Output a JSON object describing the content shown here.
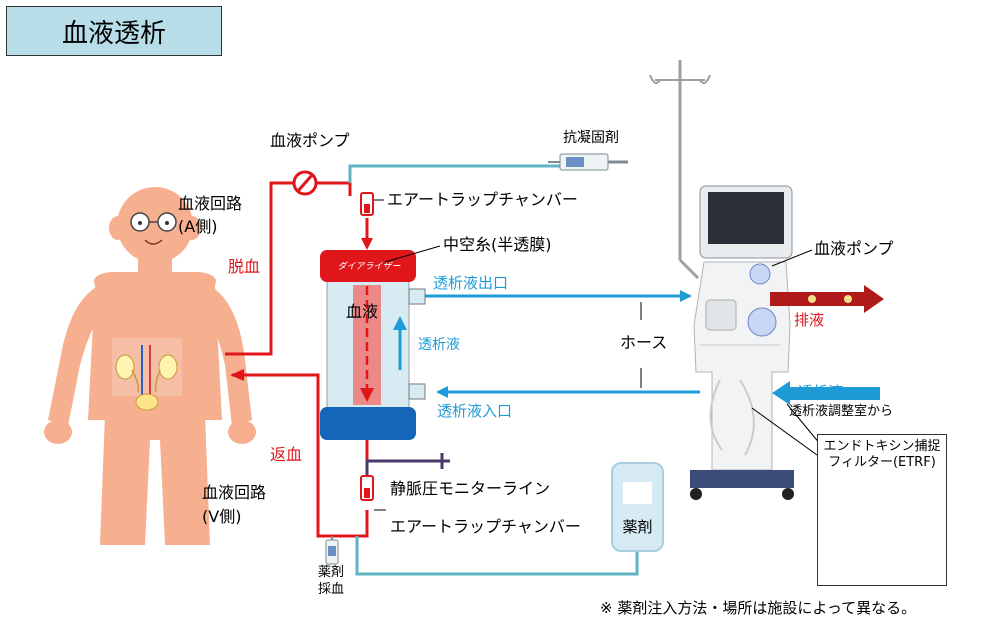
{
  "title": "血液透析",
  "labels": {
    "blood_pump_top": "血液ポンプ",
    "anticoagulant": "抗凝固剤",
    "air_trap_top": "エアートラップチャンバー",
    "hollow_fiber": "中空糸(半透膜)",
    "blood_circuit_a": "血液回路",
    "blood_circuit_a_side": "(A側)",
    "blood_removal": "脱血",
    "dialyzer": "ダイアライザー",
    "blood_in_dialyzer": "血液",
    "dialysate_in_dialyzer": "透析液",
    "dialysate_outlet": "透析液出口",
    "dialysate_inlet": "透析液入口",
    "hose": "ホース",
    "blood_pump_machine": "血液ポンプ",
    "drainage": "排液",
    "dialysate": "透析液",
    "dialysate_room": "透析液調整室から",
    "blood_return": "返血",
    "blood_circuit_v": "血液回路",
    "blood_circuit_v_side": "(V側)",
    "venous_monitor": "静脈圧モニターライン",
    "air_trap_bottom": "エアートラップチャンバー",
    "drug": "薬剤",
    "drug_sampling_1": "薬剤",
    "drug_sampling_2": "採血",
    "etrf_1": "エンドトキシン捕捉",
    "etrf_2": "フィルター(ETRF)",
    "note": "※ 薬剤注入方法・場所は施設によって異なる。"
  },
  "colors": {
    "blood_line": "#e0161b",
    "dialysate_line": "#1e9bd7",
    "anticoagulant_line": "#5fb3c2",
    "drain_arrow": "#b01a1a",
    "dialyzer_cap_top": "#e0161b",
    "dialyzer_cap_bottom": "#1565b8",
    "body_skin": "#f7b08f",
    "title_bg": "#b7dde8"
  }
}
